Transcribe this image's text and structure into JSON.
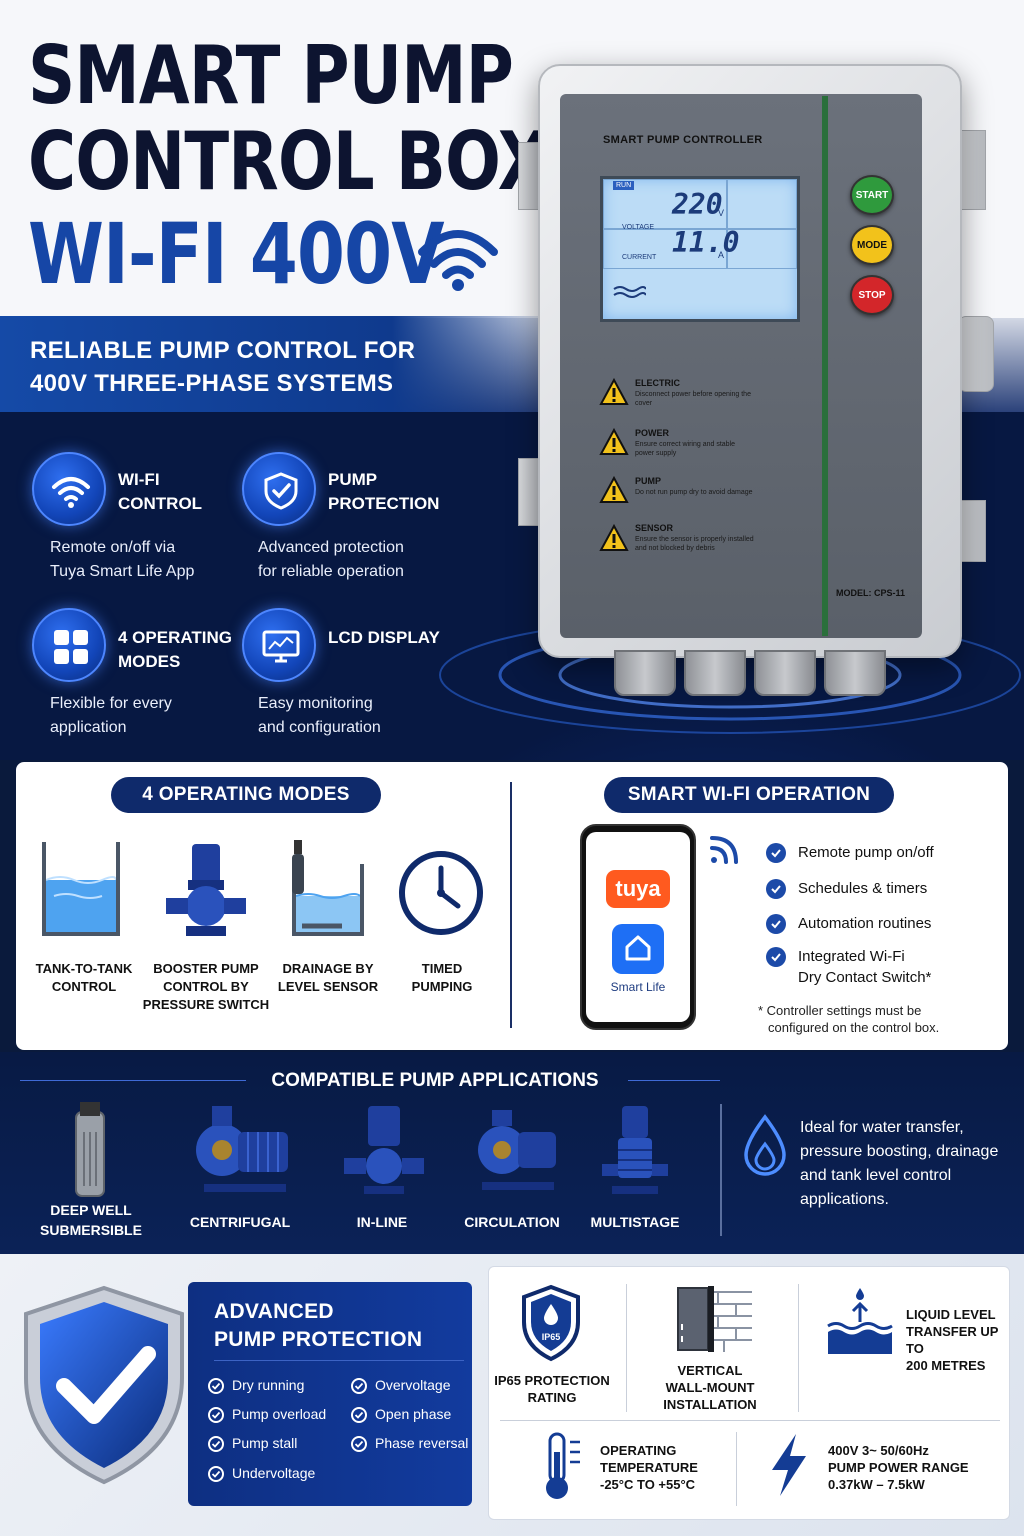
{
  "hero": {
    "title_line1": "SMART PUMP",
    "title_line2": "CONTROL BOX",
    "title_line3": "WI-FI 400V",
    "tagline_line1": "RELIABLE PUMP CONTROL FOR",
    "tagline_line2": "400V THREE-PHASE SYSTEMS"
  },
  "features": [
    {
      "icon": "wifi-icon",
      "title_line1": "WI-FI",
      "title_line2": "CONTROL",
      "desc_line1": "Remote on/off via",
      "desc_line2": "Tuya Smart Life App"
    },
    {
      "icon": "shield-check-icon",
      "title_line1": "PUMP",
      "title_line2": "PROTECTION",
      "desc_line1": "Advanced protection",
      "desc_line2": "for reliable operation"
    },
    {
      "icon": "grid-icon",
      "title_line1": "4 OPERATING",
      "title_line2": "MODES",
      "desc_line1": "Flexible for every",
      "desc_line2": "application"
    },
    {
      "icon": "monitor-icon",
      "title_line1": "LCD DISPLAY",
      "title_line2": "",
      "desc_line1": "Easy monitoring",
      "desc_line2": "and configuration"
    }
  ],
  "device": {
    "label": "SMART PUMP CONTROLLER",
    "lcd_run": "RUN",
    "voltage_label": "VOLTAGE",
    "current_label": "CURRENT",
    "voltage_value": "220",
    "voltage_unit": "V",
    "current_value": "11.0",
    "current_unit": "A",
    "buttons": {
      "start": "START",
      "mode": "MODE",
      "stop": "STOP"
    },
    "warnings": [
      {
        "title": "ELECTRIC",
        "desc": "Disconnect power before opening the cover"
      },
      {
        "title": "POWER",
        "desc": "Ensure correct wiring and stable power supply"
      },
      {
        "title": "PUMP",
        "desc": "Do not run pump dry to avoid damage"
      },
      {
        "title": "SENSOR",
        "desc": "Ensure the sensor is properly installed and not blocked by debris"
      }
    ],
    "model": "MODEL: CPS-11"
  },
  "modes": {
    "heading": "4 OPERATING MODES",
    "items": [
      {
        "line1": "TANK-TO-TANK",
        "line2": "CONTROL",
        "line3": ""
      },
      {
        "line1": "BOOSTER PUMP",
        "line2": "CONTROL BY",
        "line3": "PRESSURE SWITCH"
      },
      {
        "line1": "DRAINAGE BY",
        "line2": "LEVEL SENSOR",
        "line3": ""
      },
      {
        "line1": "TIMED",
        "line2": "PUMPING",
        "line3": ""
      }
    ]
  },
  "wifi_op": {
    "heading": "SMART WI-FI OPERATION",
    "tuya_label": "tuya",
    "smartlife_label": "Smart Life",
    "items": [
      "Remote pump on/off",
      "Schedules & timers",
      "Automation routines",
      "Integrated Wi-Fi",
      "Dry Contact Switch*"
    ],
    "note_line1": "* Controller settings must be",
    "note_line2": "configured on the control box."
  },
  "compatible": {
    "heading": "COMPATIBLE PUMP APPLICATIONS",
    "pumps": [
      {
        "line1": "DEEP WELL",
        "line2": "SUBMERSIBLE"
      },
      {
        "line1": "CENTRIFUGAL",
        "line2": ""
      },
      {
        "line1": "IN-LINE",
        "line2": ""
      },
      {
        "line1": "CIRCULATION",
        "line2": ""
      },
      {
        "line1": "MULTISTAGE",
        "line2": ""
      }
    ],
    "ideal_lines": [
      "Ideal for water transfer,",
      "pressure boosting, drainage",
      "and tank level control",
      "applications."
    ]
  },
  "protection": {
    "title_line1": "ADVANCED",
    "title_line2": "PUMP PROTECTION",
    "items_left": [
      "Dry running",
      "Pump overload",
      "Pump stall",
      "Undervoltage"
    ],
    "items_right": [
      "Overvoltage",
      "Open phase",
      "Phase reversal"
    ]
  },
  "specs": {
    "ip": {
      "badge": "IP65",
      "line1": "IP65 PROTECTION",
      "line2": "RATING"
    },
    "mount": {
      "line1": "VERTICAL",
      "line2": "WALL-MOUNT",
      "line3": "INSTALLATION"
    },
    "level": {
      "line1": "LIQUID LEVEL",
      "line2": "TRANSFER UP TO",
      "line3": "200 METRES"
    },
    "temp": {
      "line1": "OPERATING",
      "line2": "TEMPERATURE",
      "line3": "-25°C TO +55°C"
    },
    "power": {
      "line1": "400V 3~ 50/60Hz",
      "line2": "PUMP POWER RANGE",
      "line3": "0.37kW – 7.5kW"
    }
  },
  "colors": {
    "navy": "#0f2a6b",
    "accent_blue": "#1646a6",
    "start_green": "#2f9a3d",
    "mode_yellow": "#f2c21b",
    "stop_red": "#d3262a",
    "tuya_orange": "#ff5a1f"
  }
}
